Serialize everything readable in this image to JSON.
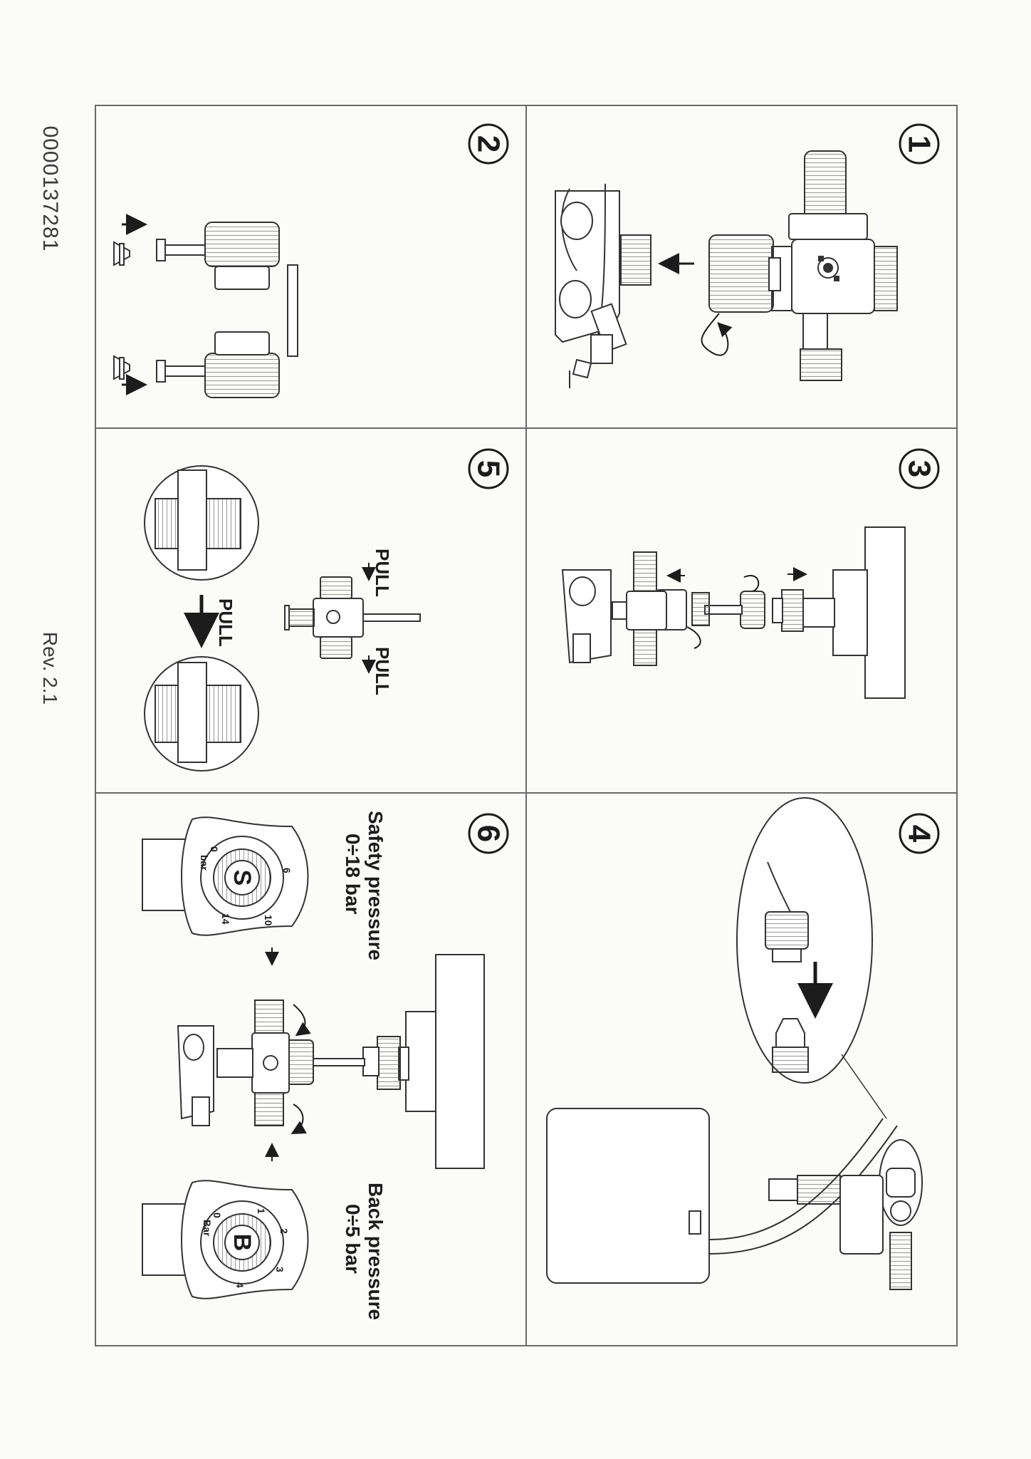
{
  "document": {
    "code": "0000137281",
    "revision": "Rev. 2.1"
  },
  "steps": [
    {
      "number": "1"
    },
    {
      "number": "2"
    },
    {
      "number": "3"
    },
    {
      "number": "4"
    },
    {
      "number": "5",
      "labels": [
        "PULL",
        "PULL",
        "PULL"
      ]
    },
    {
      "number": "6",
      "safety_label": "Safety pressure",
      "safety_range": "0÷18 bar",
      "back_label": "Back pressure",
      "back_range": "0÷5 bar",
      "safety_knob_letter": "S",
      "back_knob_letter": "B",
      "safety_scale": [
        "0",
        "6",
        "10",
        "14",
        "bar"
      ],
      "back_scale": [
        "0",
        "1",
        "2",
        "3",
        "4",
        "Bar"
      ]
    }
  ]
}
